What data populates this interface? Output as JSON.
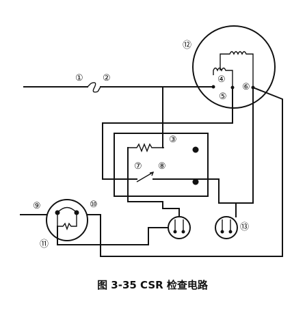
{
  "labels": {
    "n1": "①",
    "n2": "②",
    "n3": "③",
    "n4": "④",
    "n5": "⑤",
    "n6": "⑥",
    "n7": "⑦",
    "n8": "⑧",
    "n9": "⑨",
    "n10": "⑩",
    "n11": "⑪",
    "n12": "⑫",
    "n13": "⑬"
  },
  "caption": "图 3-35   CSR 检查电路"
}
